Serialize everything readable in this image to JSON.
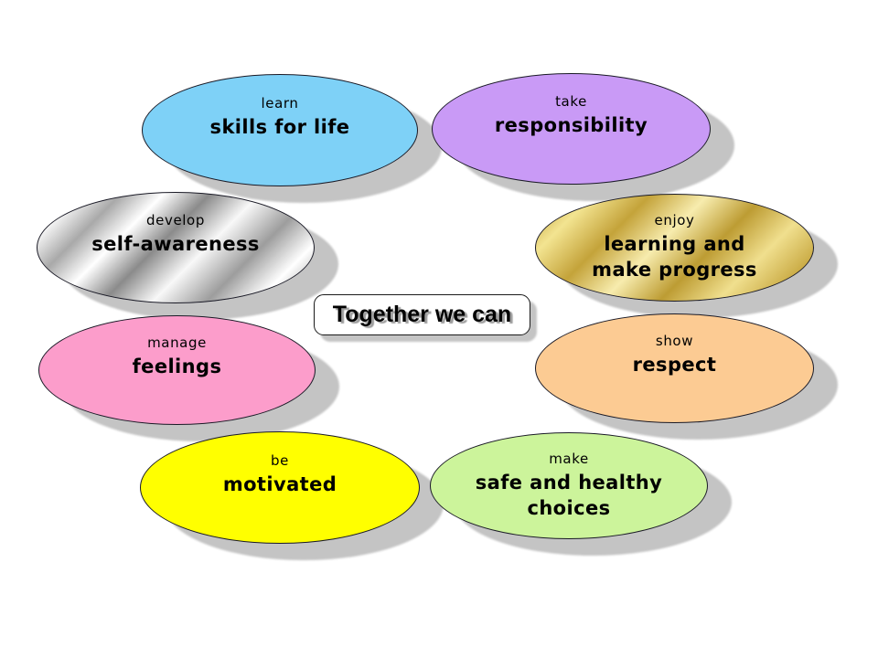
{
  "slide": {
    "center_label": "Together we can",
    "bubbles": [
      {
        "name": "skills-for-life",
        "verb": "learn",
        "phrase": "skills for life",
        "fill": "#7ED1F7"
      },
      {
        "name": "responsibility",
        "verb": "take",
        "phrase": "responsibility",
        "fill": "#C99AF6"
      },
      {
        "name": "self-awareness",
        "verb": "develop",
        "phrase": "self-awareness",
        "fill": "silver-gradient"
      },
      {
        "name": "learning-and-make-progress",
        "verb": "enjoy",
        "phrase": "learning and\nmake progress",
        "fill": "gold-gradient"
      },
      {
        "name": "feelings",
        "verb": "manage",
        "phrase": "feelings",
        "fill": "#FC9DCB"
      },
      {
        "name": "respect",
        "verb": "show",
        "phrase": "respect",
        "fill": "#FCCB93"
      },
      {
        "name": "motivated",
        "verb": "be",
        "phrase": "motivated",
        "fill": "#FFFF00"
      },
      {
        "name": "safe-and-healthy-choices",
        "verb": "make",
        "phrase": "safe and healthy\nchoices",
        "fill": "#CCF49B"
      }
    ],
    "colors": {
      "background": "#FFFFFF",
      "outline": "#1A1A26",
      "text": "#000000",
      "shadow": "#C4C4C4",
      "silver_dark": "#8F8F8F",
      "silver_light": "#FFFFFF",
      "gold_dark": "#B8962E",
      "gold_light": "#F7ECAE"
    }
  }
}
